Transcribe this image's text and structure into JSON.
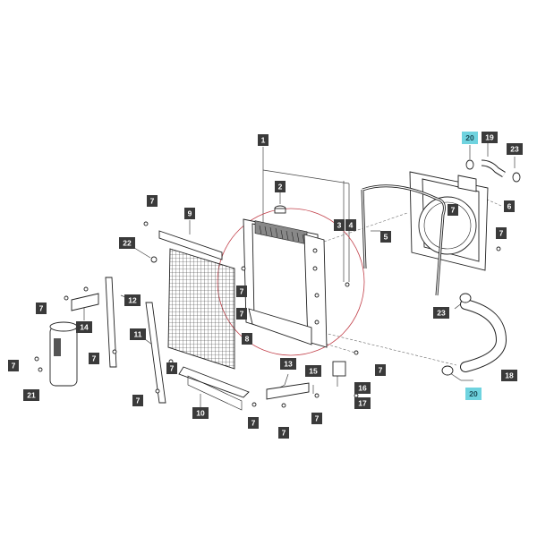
{
  "callouts": {
    "c1": "1",
    "c2": "2",
    "c3": "3",
    "c4": "4",
    "c5": "5",
    "c6": "6",
    "c7": "7",
    "c8": "8",
    "c9": "9",
    "c10": "10",
    "c11": "11",
    "c12": "12",
    "c13": "13",
    "c14": "14",
    "c15": "15",
    "c16": "16",
    "c17": "17",
    "c18": "18",
    "c19": "19",
    "c20": "20",
    "c21": "21",
    "c22": "22",
    "c23": "23"
  },
  "colors": {
    "callout_bg": "#3a3a3a",
    "callout_text": "#ffffff",
    "highlight_bg": "#6fd3df",
    "highlight_text": "#1a4a55",
    "circle": "#c2404a"
  }
}
